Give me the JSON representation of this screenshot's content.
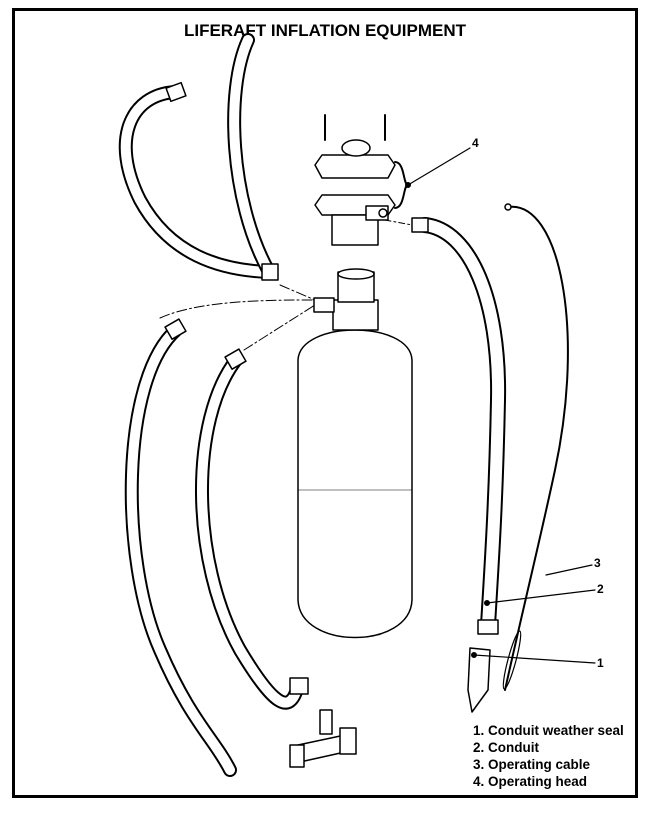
{
  "title": "LIFERAFT INFLATION EQUIPMENT",
  "callouts": [
    "1",
    "2",
    "3",
    "4"
  ],
  "legend": [
    "1.  Conduit weather seal",
    "2.  Conduit",
    "3.  Operating cable",
    "4.  Operating head"
  ]
}
